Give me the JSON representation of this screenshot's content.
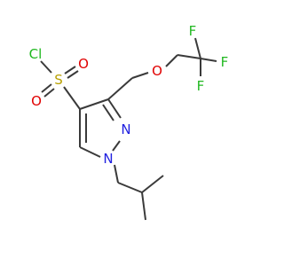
{
  "molecule": {
    "atoms": {
      "chlorine": "Cl",
      "sulfur": "S",
      "sulfonyl_oxygen_top": "O",
      "sulfonyl_oxygen_bottom": "O",
      "ether_oxygen": "O",
      "ring_nitrogen_2": "N",
      "ring_nitrogen_1": "N",
      "fluorine_top_left": "F",
      "fluorine_top_right": "F",
      "fluorine_bottom": "F"
    },
    "colors": {
      "bond": "#3a3a3a",
      "chlorine": "#1fb81f",
      "sulfur": "#b8a000",
      "oxygen": "#e00000",
      "nitrogen": "#2020e0",
      "fluorine": "#22b822"
    }
  }
}
